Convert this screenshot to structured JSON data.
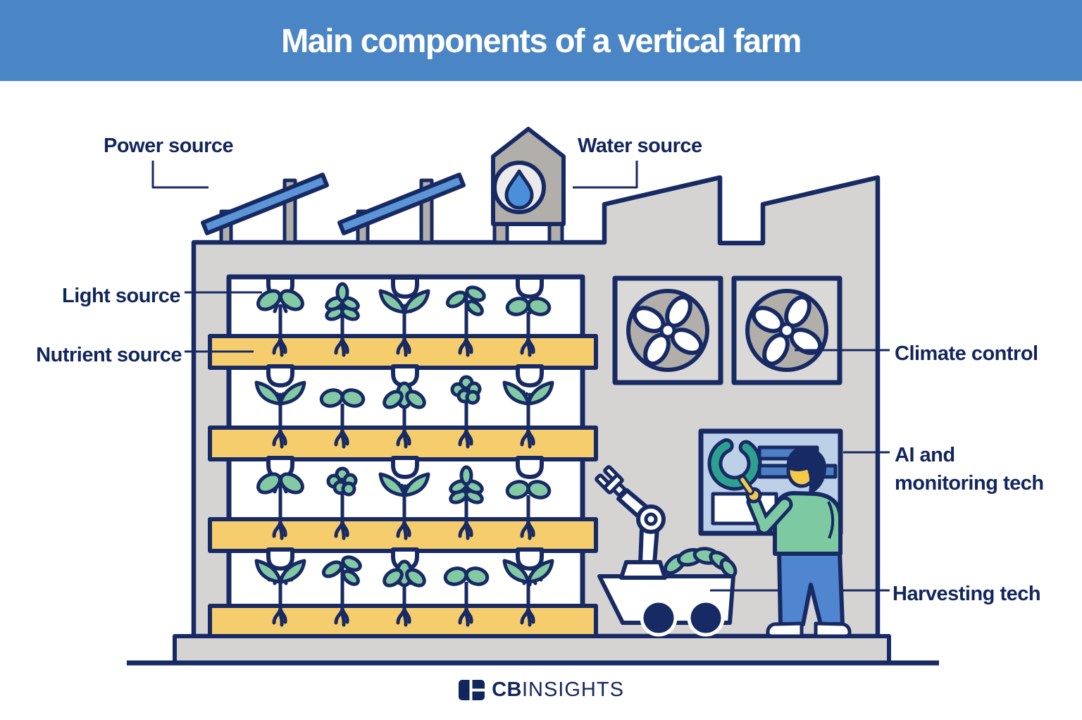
{
  "header": {
    "title": "Main components of a vertical farm"
  },
  "labels": {
    "power": "Power source",
    "water": "Water source",
    "light": "Light source",
    "nutrient": "Nutrient source",
    "climate": "Climate control",
    "ai_line1": "AI and",
    "ai_line2": "monitoring tech",
    "harvest": "Harvesting tech"
  },
  "components": [
    {
      "id": "power-source",
      "label": "Power source",
      "icon": "solar-panel-icon"
    },
    {
      "id": "water-source",
      "label": "Water source",
      "icon": "water-tank-icon"
    },
    {
      "id": "light-source",
      "label": "Light source",
      "icon": "grow-lamp-icon"
    },
    {
      "id": "nutrient-source",
      "label": "Nutrient source",
      "icon": "nutrient-tray-icon"
    },
    {
      "id": "climate-control",
      "label": "Climate control",
      "icon": "fan-icon"
    },
    {
      "id": "ai-monitoring",
      "label": "AI and monitoring tech",
      "icon": "dashboard-icon"
    },
    {
      "id": "harvesting-tech",
      "label": "Harvesting tech",
      "icon": "harvest-robot-icon"
    }
  ],
  "footer": {
    "brand_bold": "CB",
    "brand_light": "INSIGHTS"
  },
  "colors": {
    "header-blue": "#4a86c6",
    "navy": "#172a64",
    "text-navy": "#12265e",
    "wall-gray": "#d6d4d2",
    "dark-gray": "#b2afaa",
    "panel-blue": "#5b95d6",
    "drop-blue": "#4a90d9",
    "tray-yellow": "#f6cd6d",
    "leaf-green": "#82c9a4",
    "screen-blue": "#bcd0e8",
    "bar-blue": "#4d7fc4",
    "gauge-teal": "#2da08f",
    "skin-yellow": "#f7c948",
    "sweater-green": "#7dc9a1",
    "pants-blue": "#4f86cf",
    "white": "#ffffff"
  }
}
